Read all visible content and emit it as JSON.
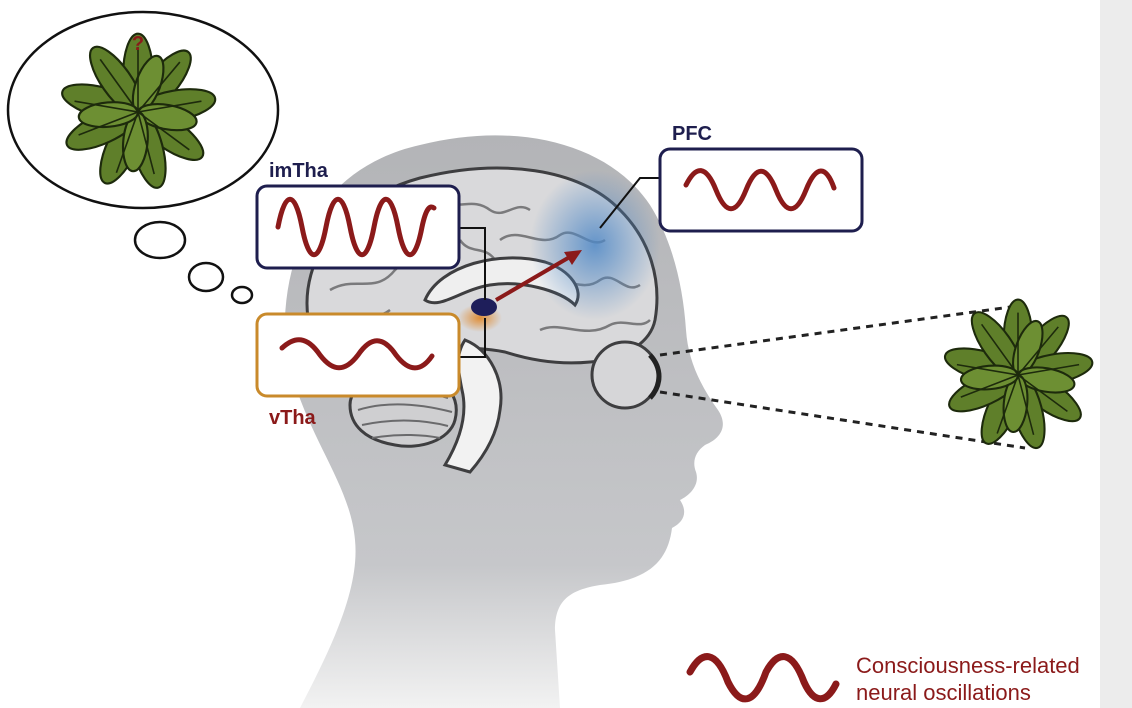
{
  "labels": {
    "thought_mark": "?",
    "imtha": "imTha",
    "vtha": "vTha",
    "pfc": "PFC"
  },
  "legend": {
    "line1": "Consciousness-related",
    "line2": "neural oscillations"
  },
  "colors": {
    "background": "#ececec",
    "panel": "#ffffff",
    "head_gray": "#b9babd",
    "wave_red": "#8b1a1a",
    "imtha_navy": "#1e1e4e",
    "vtha_orange": "#c98a2b",
    "pfc_blue": "#5a8fc8",
    "plant_green": "#5f7f2a"
  }
}
